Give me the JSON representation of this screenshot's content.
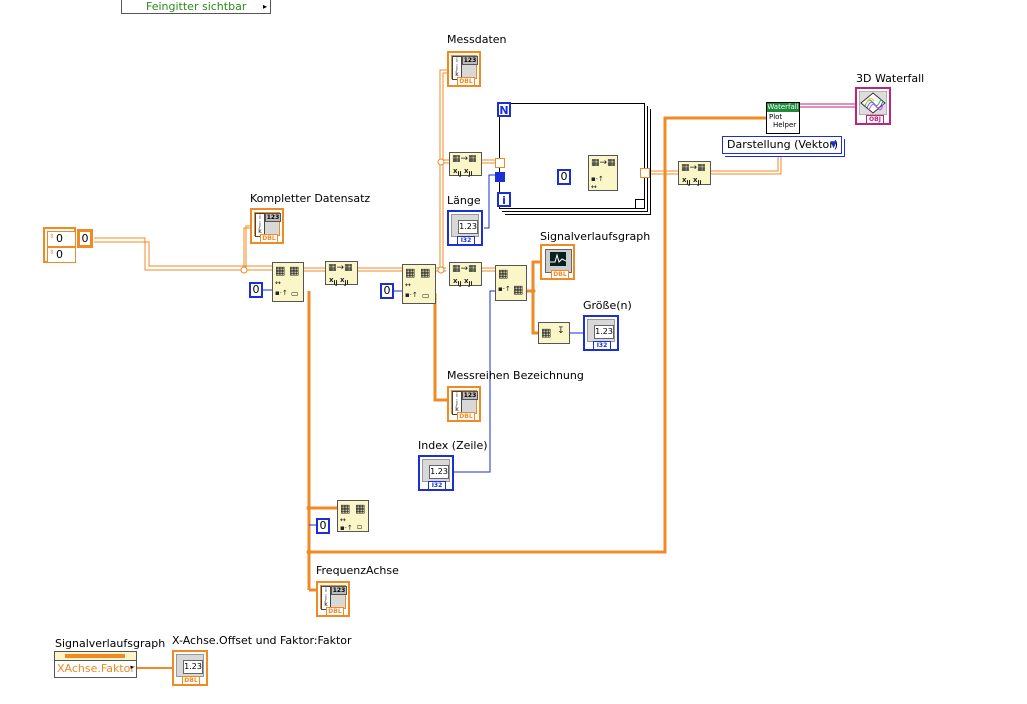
{
  "menu": {
    "item_label": "Feingitter sichtbar",
    "submenu_arrow": "▸"
  },
  "controls": {
    "cluster_values": [
      "0",
      "0"
    ],
    "scalar_value": "0"
  },
  "labels": {
    "kompletter_datensatz": "Kompletter Datensatz",
    "messdaten": "Messdaten",
    "laenge": "Länge",
    "signalverlaufsgraph": "Signalverlaufsgraph",
    "groesse": "Größe(n)",
    "messreihen_bezeichnung": "Messreihen Bezeichnung",
    "index_zeile": "Index (Zeile)",
    "frequenz_achse": "FrequenzAchse",
    "waterfall_3d": "3D Waterfall",
    "signalverlaufsgraph_node": "Signalverlaufsgraph",
    "xachse_faktor_indicator": "X-Achse.Offset und Faktor:Faktor"
  },
  "indicators": {
    "array_num_label": "123",
    "dbl_tag": "DBL",
    "i32_tag": "I32",
    "obj_tag": "OBJ",
    "numeric_display": "1.23"
  },
  "constants": {
    "index_zero_1": "0",
    "index_zero_2": "0",
    "index_zero_3": "0",
    "loop_zero": "0"
  },
  "loop": {
    "count_terminal": "N",
    "iteration_terminal": "i"
  },
  "waterfall_node": {
    "header": "Waterfall",
    "line1": "Plot",
    "line2": "Helper"
  },
  "ring": {
    "value": "Darstellung (Vektor)",
    "arrow": "▼"
  },
  "property_node": {
    "property": "XAchse.Faktor"
  },
  "colors": {
    "dbl_wire": "#f08a24",
    "int_wire": "#1a2fd6",
    "class_wire": "#c0237b",
    "node_bg": "#fbf6c8"
  }
}
